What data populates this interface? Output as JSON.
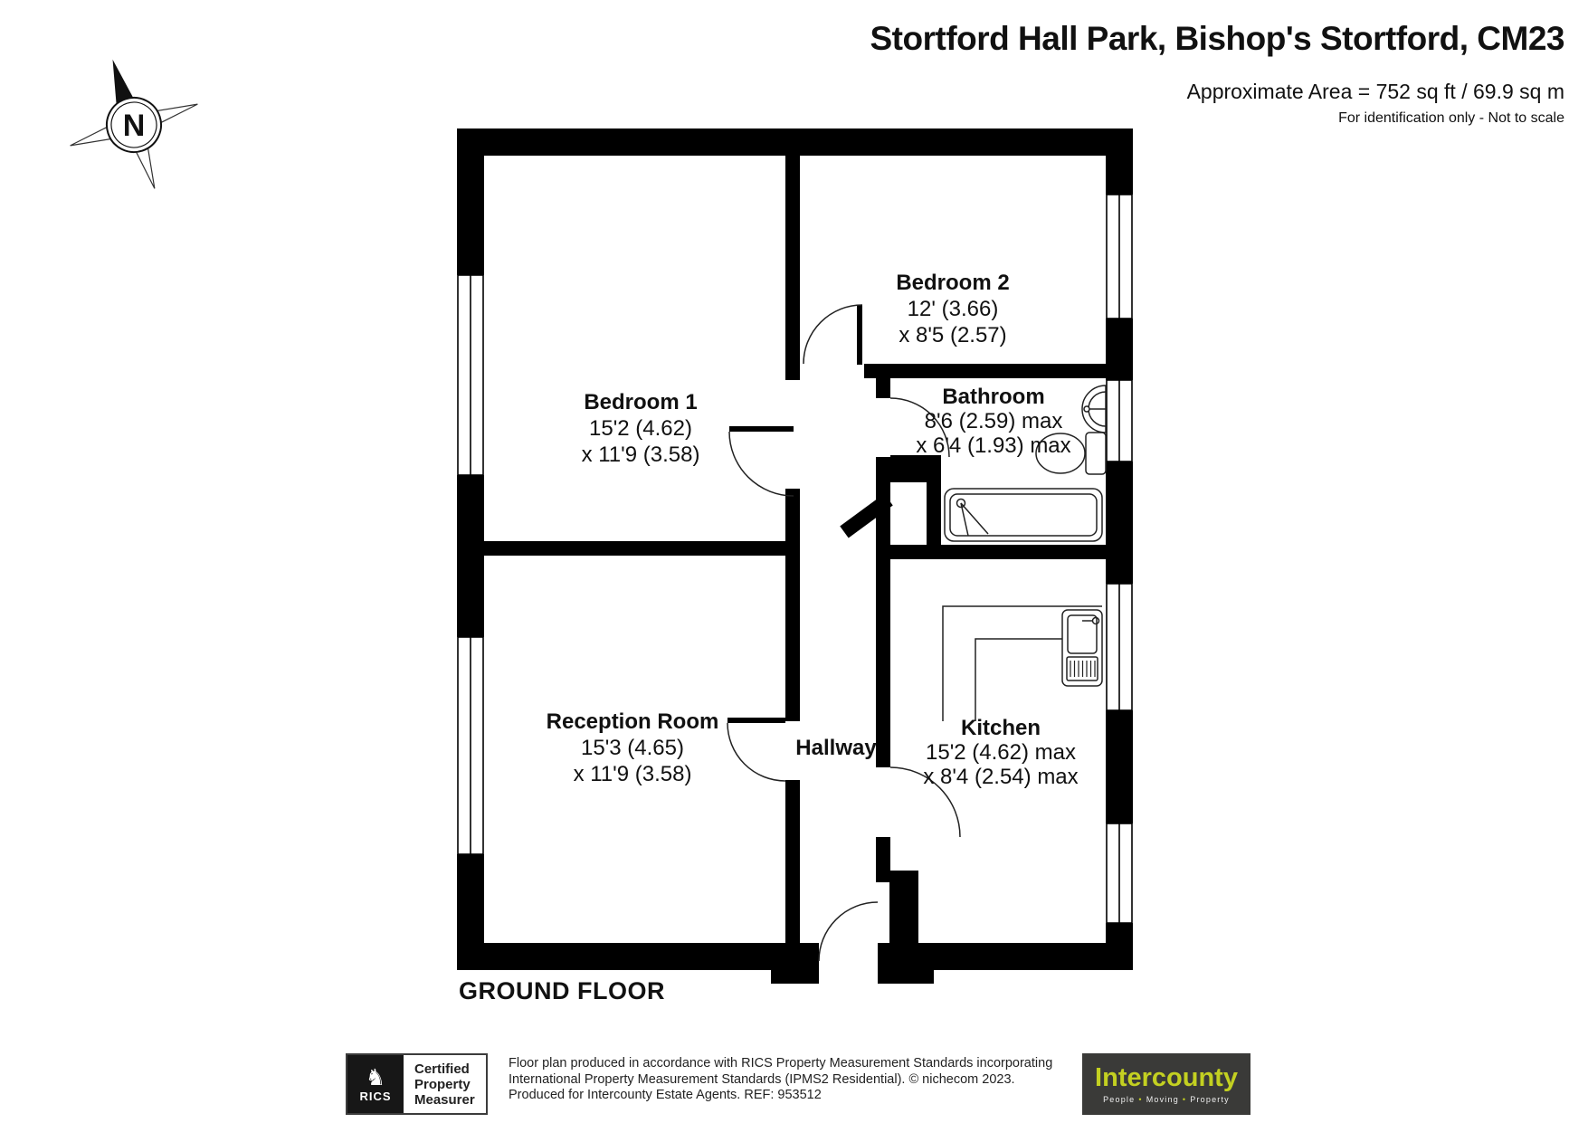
{
  "header": {
    "title": "Stortford Hall Park, Bishop's Stortford, CM23",
    "area": "Approximate Area = 752 sq ft / 69.9 sq m",
    "note": "For identification only - Not to scale"
  },
  "compass": {
    "label": "N"
  },
  "floor_label": "GROUND FLOOR",
  "rooms": {
    "bedroom1": {
      "name": "Bedroom 1",
      "dim1": "15'2 (4.62)",
      "dim2": "x 11'9 (3.58)"
    },
    "bedroom2": {
      "name": "Bedroom 2",
      "dim1": "12' (3.66)",
      "dim2": "x 8'5 (2.57)"
    },
    "bathroom": {
      "name": "Bathroom",
      "dim1": "8'6 (2.59) max",
      "dim2": "x 6'4 (1.93) max"
    },
    "reception": {
      "name": "Reception Room",
      "dim1": "15'3 (4.65)",
      "dim2": "x 11'9 (3.58)"
    },
    "hallway": {
      "name": "Hallway"
    },
    "kitchen": {
      "name": "Kitchen",
      "dim1": "15'2 (4.62) max",
      "dim2": "x 8'4 (2.54) max"
    }
  },
  "footer": {
    "rics": {
      "icon": "♞",
      "brand": "RICS",
      "line1": "Certified",
      "line2": "Property",
      "line3": "Measurer"
    },
    "disclaimer": {
      "line1": "Floor plan produced in accordance with RICS Property Measurement Standards incorporating",
      "line2": "International Property Measurement Standards (IPMS2 Residential).    © nichecom 2023.",
      "line3": "Produced for Intercounty Estate Agents.   REF: 953512"
    },
    "intercounty": {
      "brand": "Intercounty",
      "tag1": "People",
      "tag2": "Moving",
      "tag3": "Property",
      "sep": "•"
    }
  },
  "colors": {
    "accent_green": "#c3d021",
    "logo_bg": "#3a3a38",
    "wall": "#000000"
  }
}
